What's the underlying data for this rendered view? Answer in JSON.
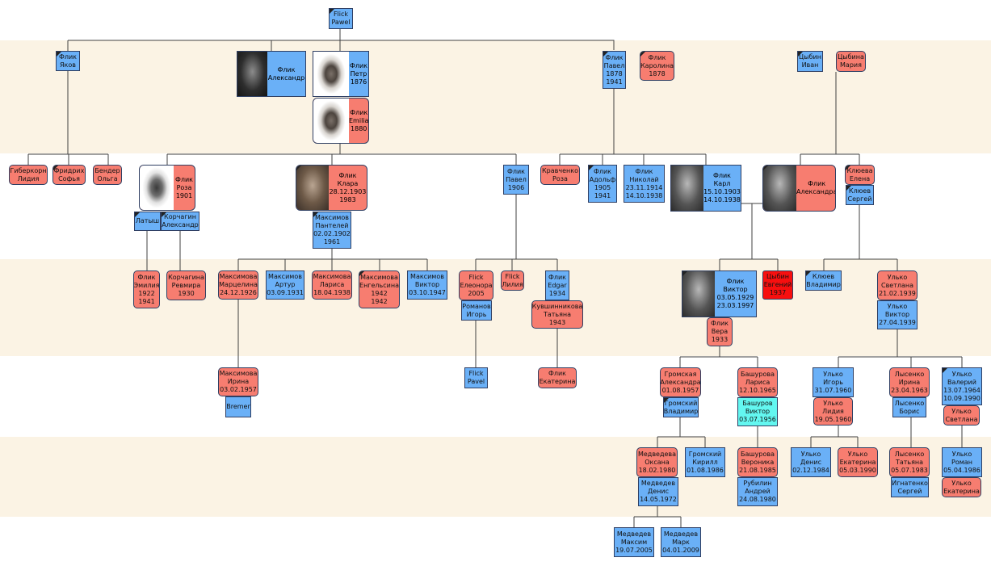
{
  "colors": {
    "male": "#6ab0f7",
    "female": "#f77d70",
    "deceased_female": "#f70f0f",
    "band": "#fbf3e4",
    "line": "#404040",
    "border": "#2f3f63"
  },
  "nodes": [
    {
      "id": "flick-pawel-root",
      "text": "Flick\nPawel",
      "g": "m",
      "corner": true
    },
    {
      "id": "flik-yakov",
      "text": "Флик\nЯков",
      "g": "m",
      "corner": true
    },
    {
      "id": "flik-aleksandr-1",
      "text": "Флик\nАлександр",
      "g": "m"
    },
    {
      "id": "flik-petr",
      "text": "Флик\nПетр\n1876",
      "g": "m"
    },
    {
      "id": "flik-emilia",
      "text": "Флик\nEmilia\n1880",
      "g": "f"
    },
    {
      "id": "flik-pavel-1878",
      "text": "Флик\nПавел\n1878\n1941",
      "g": "m",
      "corner": true
    },
    {
      "id": "flik-karolina",
      "text": "Флик\nКаролина\n1878",
      "g": "f",
      "corner": true
    },
    {
      "id": "tsybin-ivan",
      "text": "Цыбин\nИван",
      "g": "m",
      "corner": true
    },
    {
      "id": "tsybina-maria",
      "text": "Цыбина\nМария",
      "g": "f"
    },
    {
      "id": "giberkorn-lidia",
      "text": "Гиберкорн\nЛидия",
      "g": "f"
    },
    {
      "id": "fridrikh-sofia",
      "text": "Фридрих\nСофья",
      "g": "f",
      "corner": true
    },
    {
      "id": "bender-olga",
      "text": "Бендер\nОльга",
      "g": "f"
    },
    {
      "id": "flik-roza",
      "text": "Флик\nРоза\n1901",
      "g": "f"
    },
    {
      "id": "latysh",
      "text": "Латыш",
      "g": "m",
      "corner": true
    },
    {
      "id": "korchagin-aleksandr",
      "text": "Корчагин\nАлександр",
      "g": "m",
      "corner": true
    },
    {
      "id": "flik-klara",
      "text": "Флик\nКлара\n28.12.1903\n1983",
      "g": "f"
    },
    {
      "id": "maksimov-panteley",
      "text": "Максимов\nПантелей\n02.02.1902\n1961",
      "g": "m",
      "corner": true
    },
    {
      "id": "flik-pavel-1906",
      "text": "Флик\nПавел\n1906",
      "g": "m"
    },
    {
      "id": "kravchenko-roza",
      "text": "Кравченко\nРоза",
      "g": "f"
    },
    {
      "id": "flik-adolf",
      "text": "Флик\nАдольф\n1905\n1941",
      "g": "m",
      "corner": true
    },
    {
      "id": "flik-nikolai",
      "text": "Флик\nНиколай\n23.11.1914\n14.10.1938",
      "g": "m"
    },
    {
      "id": "flik-karl",
      "text": "Флик\nКарл\n15.10.1903\n14.10.1938",
      "g": "m"
    },
    {
      "id": "flik-aleksandra",
      "text": "Флик\nАлександра",
      "g": "f"
    },
    {
      "id": "klyueva-elena",
      "text": "Клюева\nЕлена",
      "g": "f",
      "corner": true
    },
    {
      "id": "klyuev-sergey",
      "text": "Клюев\nСергей",
      "g": "m",
      "corner": true
    },
    {
      "id": "flik-emilia-1922",
      "text": "Флик\nЭмилия\n1922\n1941",
      "g": "f"
    },
    {
      "id": "korchagina-revmira",
      "text": "Корчагина\nРевмира\n1930",
      "g": "f"
    },
    {
      "id": "maksimova-martselina",
      "text": "Максимова\nМарцелина\n24.12.1926",
      "g": "f"
    },
    {
      "id": "maksimov-artur",
      "text": "Максимов\nАртур\n03.09.1931",
      "g": "m"
    },
    {
      "id": "maksimova-larisa",
      "text": "Максимова\nЛариса\n18.04.1938",
      "g": "f"
    },
    {
      "id": "maksimova-engelsina",
      "text": "Максимова\nЕнгельсина\n1942\n1942",
      "g": "f",
      "corner": true
    },
    {
      "id": "maksimov-viktor",
      "text": "Максимов\nВиктор\n03.10.1947",
      "g": "m"
    },
    {
      "id": "flick-eleonora",
      "text": "Flick\nЕлеонора\n2005",
      "g": "f"
    },
    {
      "id": "romanov-igor",
      "text": "Романов\nИгорь",
      "g": "m"
    },
    {
      "id": "flick-lilia",
      "text": "Flick\nЛилия",
      "g": "f"
    },
    {
      "id": "flik-edgar",
      "text": "Флик\nEdgar\n1934",
      "g": "m"
    },
    {
      "id": "kuvshinnikova-tatyana",
      "text": "Кувшинникова\nТатьяна\n1943",
      "g": "f"
    },
    {
      "id": "flik-viktor",
      "text": "Флик\nВиктор\n03.05.1929\n23.03.1997",
      "g": "m"
    },
    {
      "id": "tsybin-evgeniy",
      "text": "Цыбин\nЕвгений\n1937",
      "g": "fd"
    },
    {
      "id": "flik-vera",
      "text": "Флик\nВера\n1933",
      "g": "f"
    },
    {
      "id": "klyuev-vladimir",
      "text": "Клюев\nВладимир",
      "g": "m",
      "corner": true
    },
    {
      "id": "ulko-svetlana-1939",
      "text": "Улько\nСветлана\n21.02.1939",
      "g": "f"
    },
    {
      "id": "ulko-viktor",
      "text": "Улько\nВиктор\n27.04.1939",
      "g": "m"
    },
    {
      "id": "maksimova-irina",
      "text": "Максимова\nИрина\n03.02.1957",
      "g": "f"
    },
    {
      "id": "bremer",
      "text": "Bremer",
      "g": "m"
    },
    {
      "id": "flick-pavel-young",
      "text": "Flick\nPavel",
      "g": "m"
    },
    {
      "id": "flik-ekaterina",
      "text": "Флик\nЕкатерина",
      "g": "f"
    },
    {
      "id": "gromskaya-aleksandra",
      "text": "Громская\nАлександра\n01.08.1957",
      "g": "f"
    },
    {
      "id": "gromsky-vladimir",
      "text": "Громский\nВладимир",
      "g": "m",
      "corner": true
    },
    {
      "id": "bashurova-larisa",
      "text": "Башурова\nЛариса\n12.10.1965",
      "g": "f"
    },
    {
      "id": "bashurov-viktor",
      "text": "Башуров\nВиктор\n03.07.1956",
      "g": "c"
    },
    {
      "id": "ulko-igor",
      "text": "Улько\nИгорь\n31.07.1960",
      "g": "m"
    },
    {
      "id": "ulko-lidia",
      "text": "Улько\nЛидия\n19.05.1960",
      "g": "f"
    },
    {
      "id": "lysenko-irina",
      "text": "Лысенко\nИрина\n23.04.1963",
      "g": "f"
    },
    {
      "id": "lysenko-boris",
      "text": "Лысенко\nБорис",
      "g": "m"
    },
    {
      "id": "ulko-valeriy",
      "text": "Улько\nВалерий\n13.07.1964\n10.09.1990",
      "g": "m",
      "corner": true
    },
    {
      "id": "ulko-svetlana-2",
      "text": "Улько\nСветлана",
      "g": "f"
    },
    {
      "id": "medvedeva-oksana",
      "text": "Медведева\nОксана\n18.02.1980",
      "g": "f"
    },
    {
      "id": "medvedev-denis",
      "text": "Медведев\nДенис\n14.05.1972",
      "g": "m"
    },
    {
      "id": "gromsky-kirill",
      "text": "Громский\nКирилл\n01.08.1986",
      "g": "m"
    },
    {
      "id": "bashurova-veronika",
      "text": "Башурова\nВероника\n21.08.1985",
      "g": "f"
    },
    {
      "id": "rubilin-andrey",
      "text": "Рубилин\nАндрей\n24.08.1980",
      "g": "m"
    },
    {
      "id": "ulko-denis",
      "text": "Улько\nДенис\n02.12.1984",
      "g": "m"
    },
    {
      "id": "ulko-ekaterina-1990",
      "text": "Улько\nЕкатерина\n05.03.1990",
      "g": "f"
    },
    {
      "id": "lysenko-tatyana",
      "text": "Лысенко\nТатьяна\n05.07.1983",
      "g": "f"
    },
    {
      "id": "ignatenko-sergey",
      "text": "Игнатенко\nСергей",
      "g": "m"
    },
    {
      "id": "ulko-roman",
      "text": "Улько\nРоман\n05.04.1986",
      "g": "m"
    },
    {
      "id": "ulko-ekaterina-2",
      "text": "Улько\nЕкатерина",
      "g": "f"
    },
    {
      "id": "medvedev-maksim",
      "text": "Медведев\nМаксим\n19.07.2005",
      "g": "m"
    },
    {
      "id": "medvedev-mark",
      "text": "Медведев\nМарк\n04.01.2009",
      "g": "m"
    }
  ]
}
